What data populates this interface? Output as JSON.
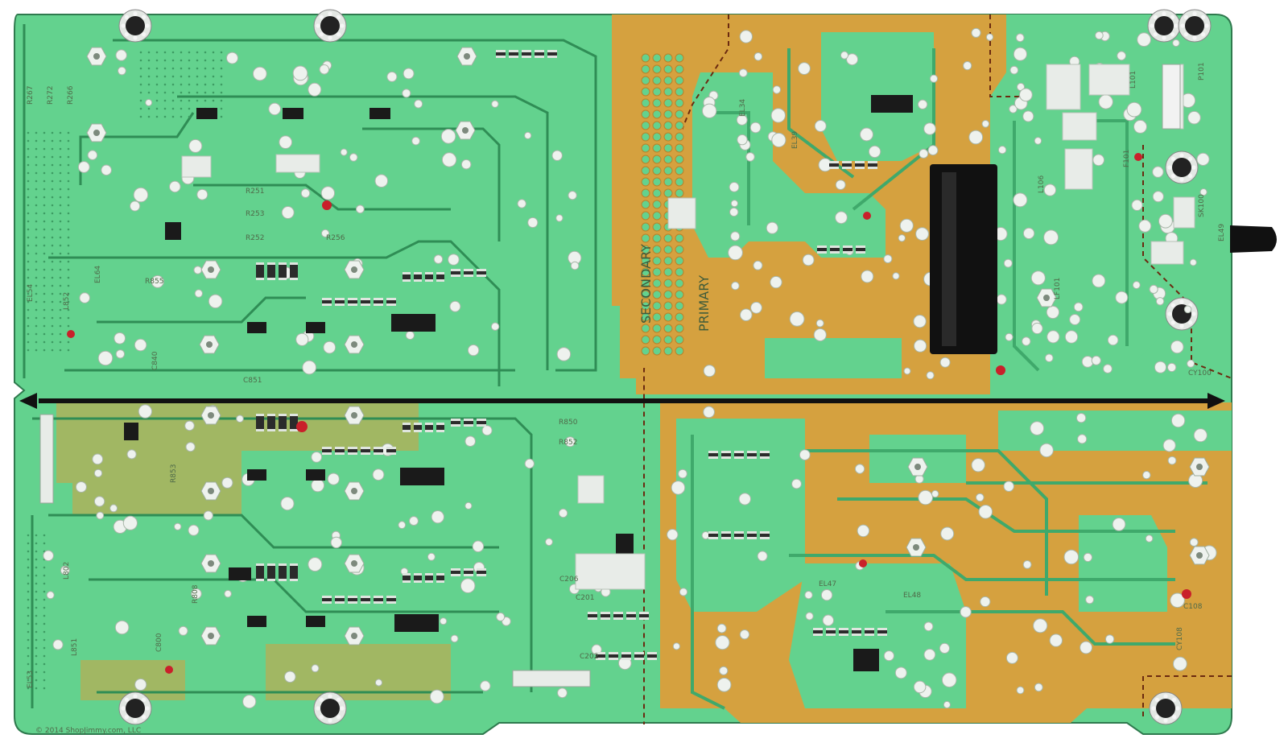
{
  "board": {
    "label_secondary": "SECONDARY",
    "label_primary": "PRIMARY",
    "copyright": "© 2014 ShopJimmy.com, LLC",
    "colors": {
      "mask": "#63d28e",
      "mask_dark": "#3fa96b",
      "copper": "#d5a13f",
      "copper_dark": "#b9822b",
      "pad": "#e8ece8",
      "ic": "#1a1a1a",
      "arrow": "#111111"
    }
  },
  "silkscreen": {
    "refs_left_col": [
      "R267",
      "R272",
      "R266"
    ],
    "refs_misc": [
      "R251",
      "R253",
      "R252",
      "R256",
      "R855",
      "R853",
      "R850",
      "R852",
      "R808"
    ],
    "refs_caps": [
      "C840",
      "C851",
      "C800",
      "C206",
      "C201",
      "C202",
      "C108",
      "CY108"
    ],
    "refs_coils": [
      "L852",
      "L802",
      "L851",
      "EL53",
      "EL54",
      "EL64",
      "EL48",
      "EL47",
      "EL49",
      "EL34",
      "EL39"
    ],
    "refs_right": [
      "P101",
      "SK100",
      "F101",
      "CY100",
      "L101",
      "L106",
      "LF101"
    ]
  }
}
